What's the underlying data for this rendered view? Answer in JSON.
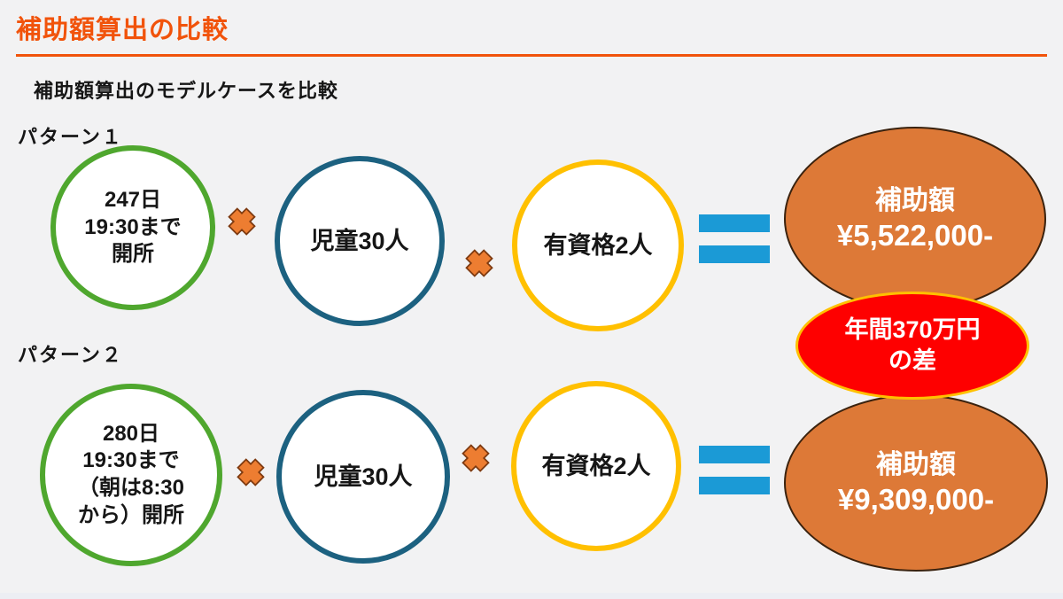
{
  "header": {
    "title": "補助額算出の比較",
    "subtitle": "補助額算出のモデルケースを比較"
  },
  "patterns": [
    {
      "label": "パターン１",
      "factors": [
        {
          "name": "opening-days",
          "lines": [
            "247日",
            "19:30まで",
            "開所"
          ]
        },
        {
          "name": "children-count",
          "lines": [
            "児童30人"
          ]
        },
        {
          "name": "qualified-staff",
          "lines": [
            "有資格2人"
          ]
        }
      ],
      "result": {
        "label": "補助額",
        "amount": "¥5,522,000-"
      }
    },
    {
      "label": "パターン２",
      "factors": [
        {
          "name": "opening-days",
          "lines": [
            "280日",
            "19:30まで",
            "（朝は8:30",
            "から）開所"
          ]
        },
        {
          "name": "children-count",
          "lines": [
            "児童30人"
          ]
        },
        {
          "name": "qualified-staff",
          "lines": [
            "有資格2人"
          ]
        }
      ],
      "result": {
        "label": "補助額",
        "amount": "¥9,309,000-"
      }
    }
  ],
  "difference_badge": {
    "lines": [
      "年間370万円",
      "の差"
    ]
  },
  "operators": {
    "multiply": "×",
    "equals": "="
  },
  "colors": {
    "accent_orange": "#F1530B",
    "circle_green": "#4FA72E",
    "circle_teal": "#1C6180",
    "circle_yellow": "#FFC000",
    "equals_blue": "#1B9AD6",
    "multiply_orange": "#ED7D31",
    "multiply_outline": "#7E3A10",
    "result_fill": "#DD7937",
    "result_outline": "#3A220E",
    "badge_red": "#FE0000",
    "badge_border": "#FFC000",
    "background": "#F2F2F3",
    "text_dark": "#161616",
    "text_light": "#FFFFFF"
  }
}
